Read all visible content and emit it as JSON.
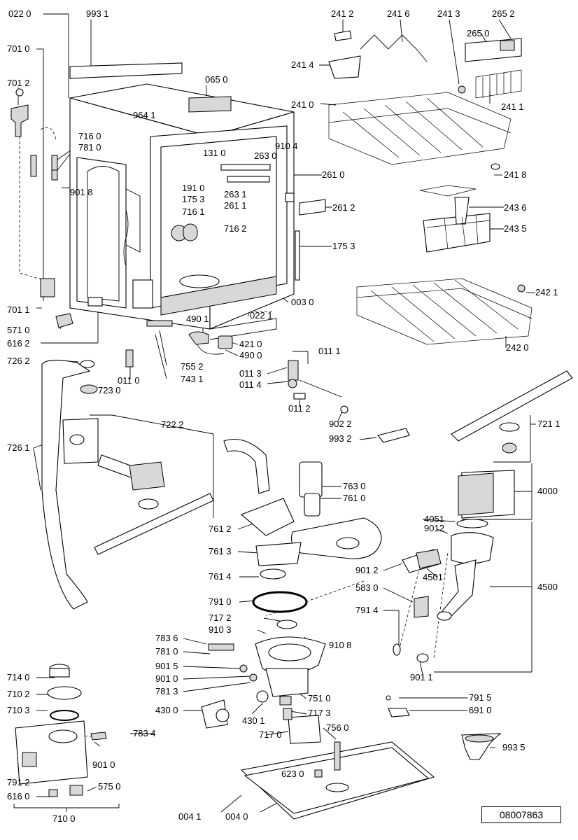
{
  "document_number": "08007863",
  "labels": [
    "022 0",
    "993 1",
    "241 2",
    "241 6",
    "241 3",
    "265 2",
    "701 0",
    "265 0",
    "241 4",
    "701 2",
    "065 0",
    "241 1",
    "241 0",
    "964 1",
    "716 0",
    "781 0",
    "910 4",
    "131 0",
    "263 0",
    "241 8",
    "261 0",
    "901 8",
    "191 0",
    "175 3",
    "263 1",
    "261 1",
    "261 2",
    "243 6",
    "716 1",
    "716 2",
    "243 5",
    "175 3",
    "242 1",
    "003 0",
    "701 1",
    "490 1",
    "022 1",
    "571 0",
    "616 2",
    "421 0",
    "242 0",
    "490 0",
    "011 1",
    "726 2",
    "755 2",
    "011 0",
    "743 1",
    "011 3",
    "011 4",
    "723 0",
    "011 2",
    "902 2",
    "722 2",
    "721 1",
    "993 2",
    "726 1",
    "763 0",
    "761 0",
    "4000",
    "4051",
    "9012",
    "761 2",
    "761 3",
    "901 2",
    "4501",
    "583 0",
    "761 4",
    "4500",
    "791 0",
    "717 2",
    "791 4",
    "910 3",
    "783 6",
    "910 8",
    "781 0",
    "901 5",
    "901 1",
    "901 0",
    "781 3",
    "751 0",
    "791 5",
    "714 0",
    "710 2",
    "430 0",
    "717 3",
    "691 0",
    "710 3",
    "430 1",
    "756 0",
    "717 0",
    "783 4",
    "993 5",
    "901 0",
    "791 2",
    "575 0",
    "623 0",
    "616 0",
    "004 1",
    "004 0",
    "710 0"
  ]
}
